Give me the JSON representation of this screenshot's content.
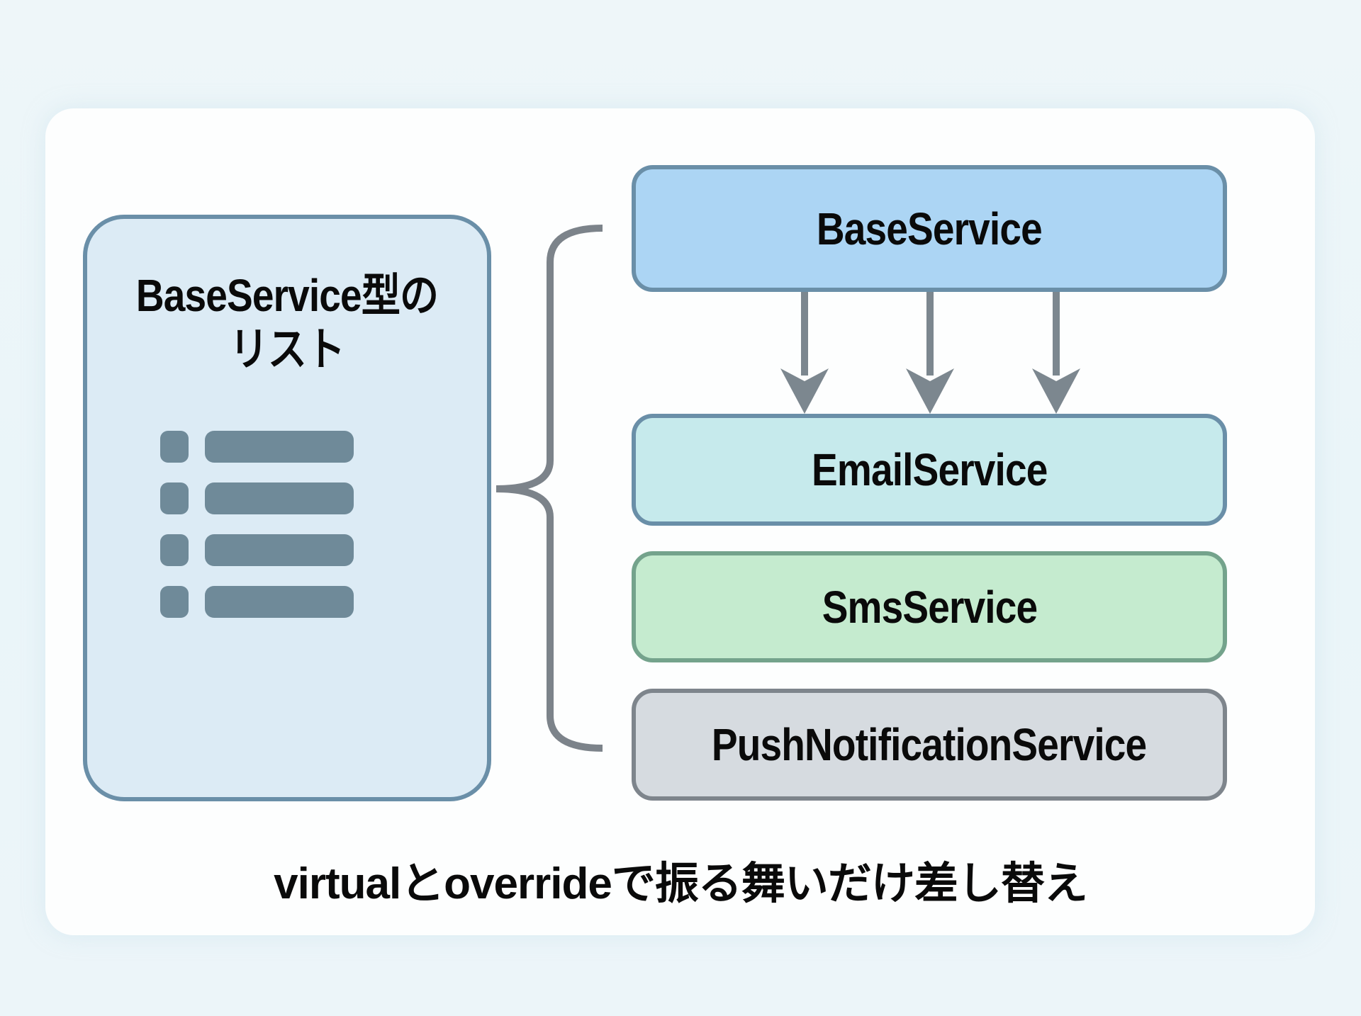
{
  "list_panel": {
    "title_line1": "BaseService型の",
    "title_line2": "リスト",
    "icon": "list-icon",
    "rows": 4
  },
  "services": [
    {
      "name": "BaseService",
      "role": "base",
      "fill": "#acd5f4",
      "border": "#6a8fa8"
    },
    {
      "name": "EmailService",
      "role": "derived",
      "fill": "#c6eaec",
      "border": "#6a8fa8"
    },
    {
      "name": "SmsService",
      "role": "derived",
      "fill": "#c5ebcf",
      "border": "#74a38c"
    },
    {
      "name": "PushNotificationService",
      "role": "derived",
      "fill": "#d6dbe0",
      "border": "#7e858c"
    }
  ],
  "connectors": {
    "inheritance_arrows": 3,
    "arrow_color": "#7c878f",
    "bracket_color": "#7c838a"
  },
  "caption": "virtualとoverrideで振る舞いだけ差し替え"
}
